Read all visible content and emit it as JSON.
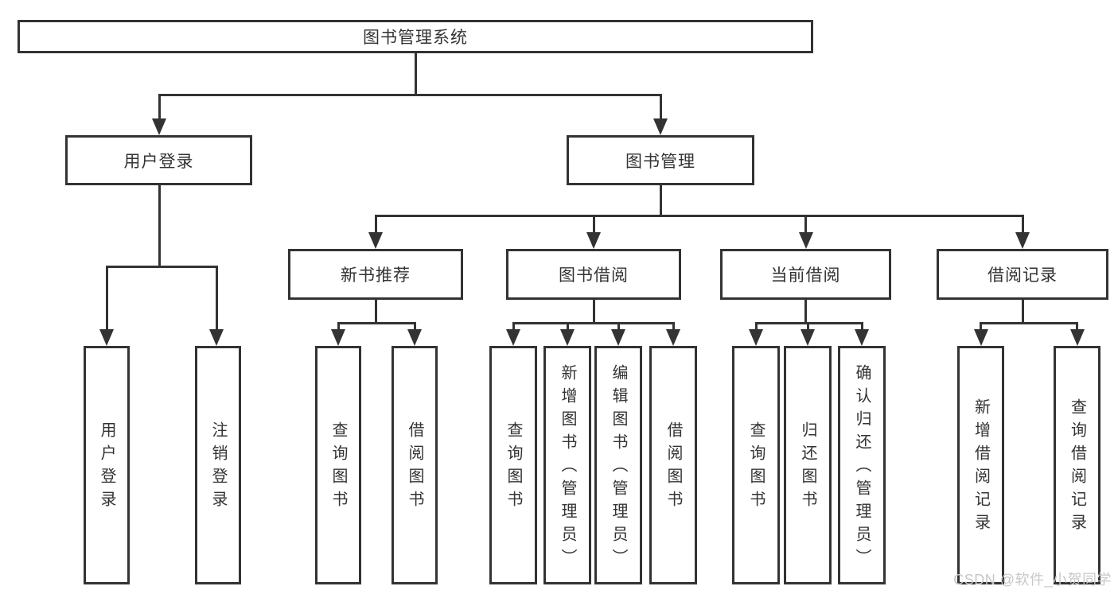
{
  "diagram_title": "图书管理系统",
  "tree": {
    "root": {
      "label": "图书管理系统"
    },
    "branches": [
      {
        "label": "用户登录",
        "children": [
          {
            "label": "用户登录"
          },
          {
            "label": "注销登录"
          }
        ]
      },
      {
        "label": "图书管理",
        "children": [
          {
            "label": "新书推荐",
            "children": [
              {
                "label": "查询图书"
              },
              {
                "label": "借阅图书"
              }
            ]
          },
          {
            "label": "图书借阅",
            "children": [
              {
                "label": "查询图书"
              },
              {
                "label": "新增图书（管理员）"
              },
              {
                "label": "编辑图书（管理员）"
              },
              {
                "label": "借阅图书"
              }
            ]
          },
          {
            "label": "当前借阅",
            "children": [
              {
                "label": "查询图书"
              },
              {
                "label": "归还图书"
              },
              {
                "label": "确认归还（管理员）"
              }
            ]
          },
          {
            "label": "借阅记录",
            "children": [
              {
                "label": "新增借阅记录"
              },
              {
                "label": "查询借阅记录"
              }
            ]
          }
        ]
      }
    ]
  },
  "watermark": {
    "text": "CSDN @软件_小贺同学"
  },
  "colors": {
    "line": "#333333",
    "text": "#333333",
    "background": "#ffffff",
    "watermark": "#c8c8c8"
  }
}
